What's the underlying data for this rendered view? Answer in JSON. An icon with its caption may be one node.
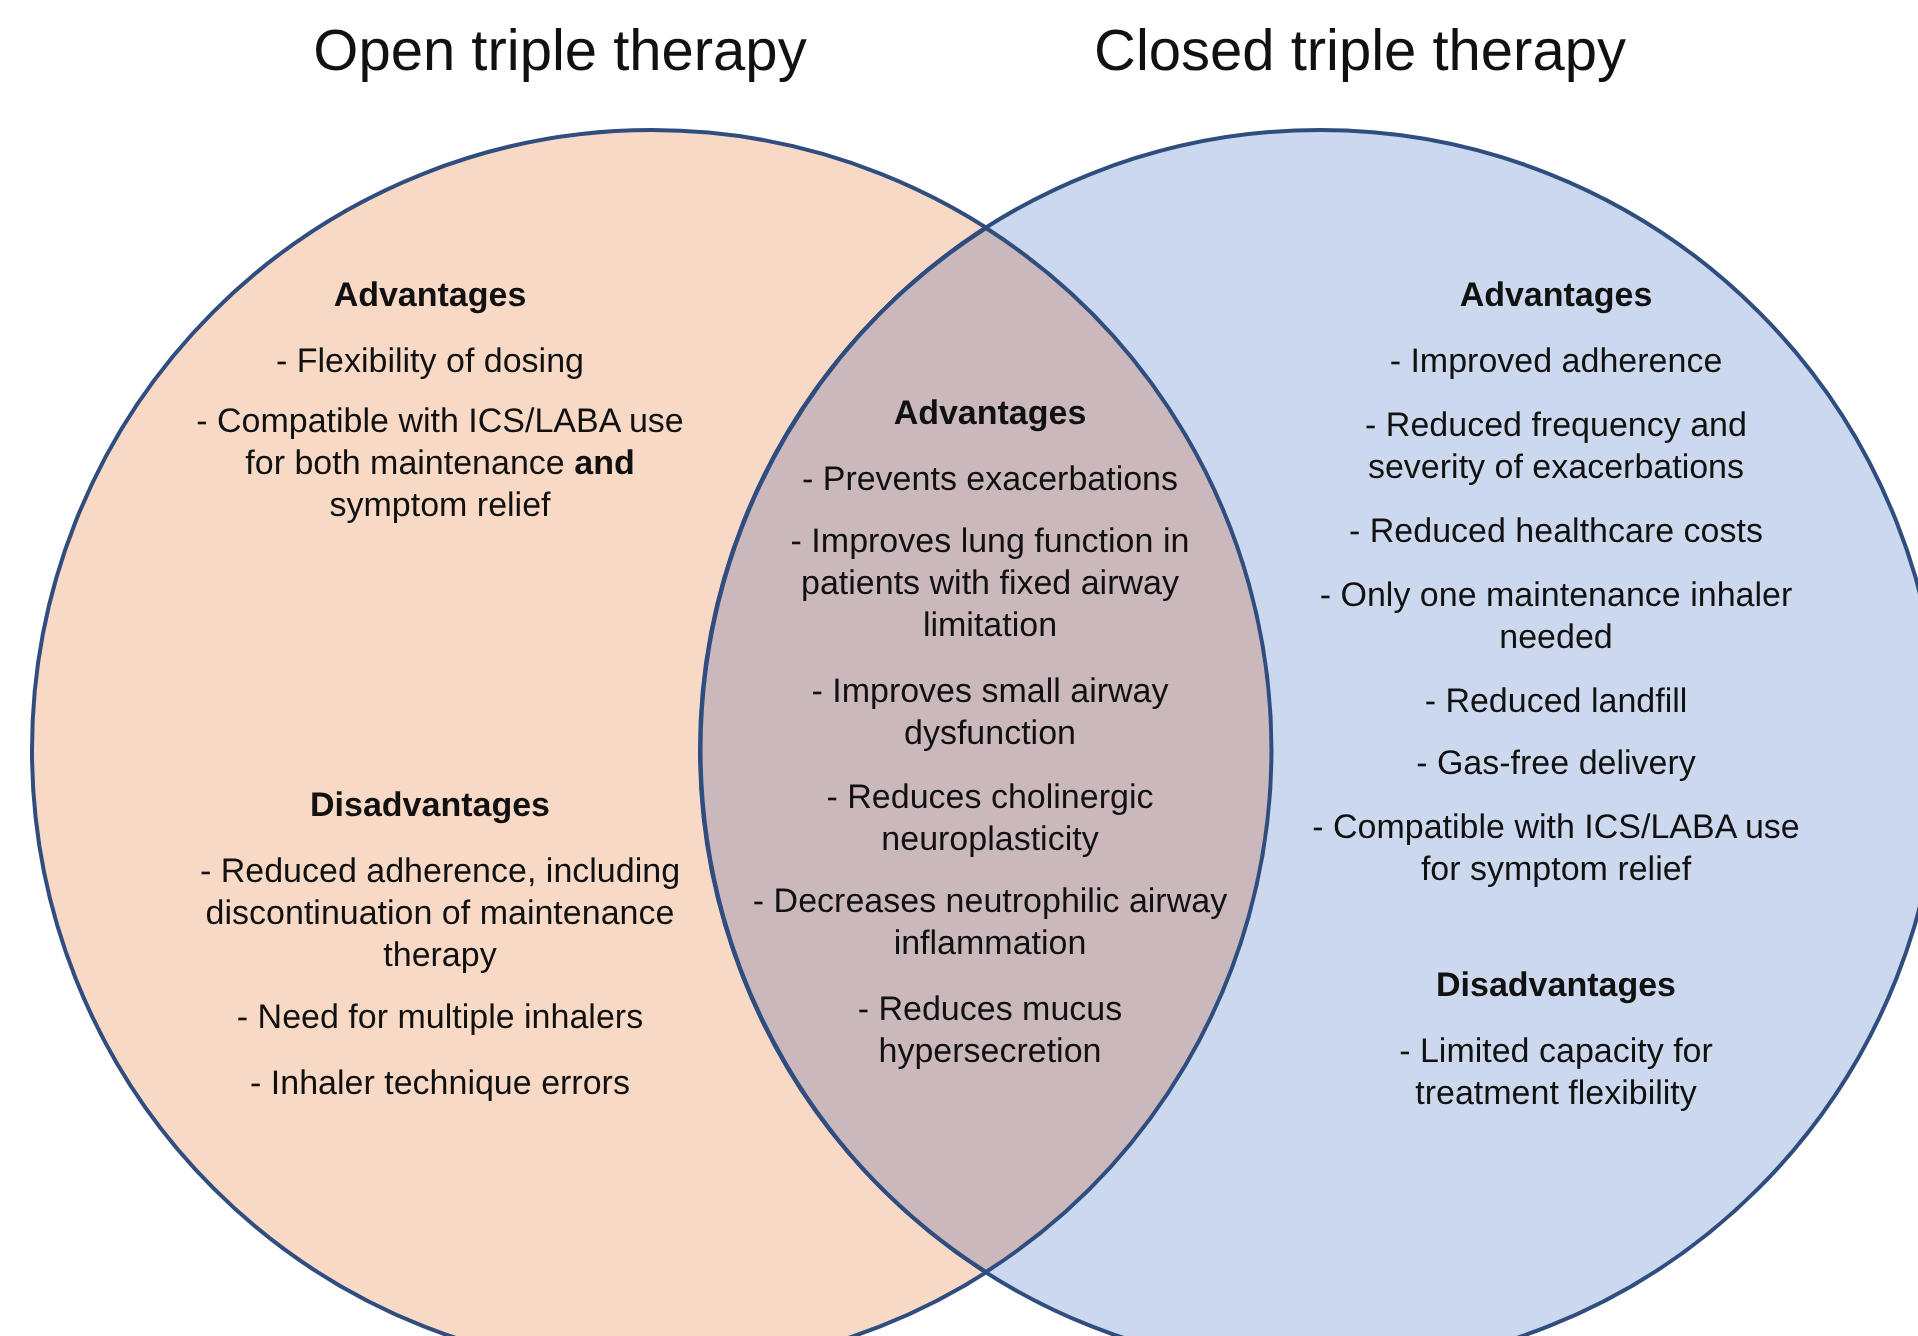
{
  "diagram": {
    "nodes": [
      {
        "text": [
          "Open triple therapy",
          "Advantages",
          "- Flexibility of dosing",
          "- Compatible with ICS/LABA use for both maintenance **and** symptom relief",
          "Disadvantages",
          "- Reduced adherence, including discontinuation of maintenance therapy",
          "- Need for multiple inhalers",
          "- Inhaler technique errors"
        ]
      },
      {
        "text": [
          "Closed triple therapy",
          "Advantages",
          "- Improved adherence",
          "- Reduced frequency and severity of exacerbations",
          "- Reduced healthcare costs",
          "- Only one maintenance inhaler needed",
          "- Reduced landfill",
          "- Gas-free delivery",
          "- Compatible with ICS/LABA use for symptom relief",
          "Disadvantages",
          "- Limited capacity for treatment flexibility"
        ]
      },
      {
        "text": [
          "Advantages",
          "- Prevents exacerbations",
          "- Improves lung function in patients with fixed airway limitation",
          "- Improves small airway dysfunction",
          "- Reduces cholinergic neuroplasticity",
          "- Decreases neutrophilic airway inflammation",
          "- Reduces mucus hypersecretion"
        ]
      }
    ],
    "edges": []
  }
}
